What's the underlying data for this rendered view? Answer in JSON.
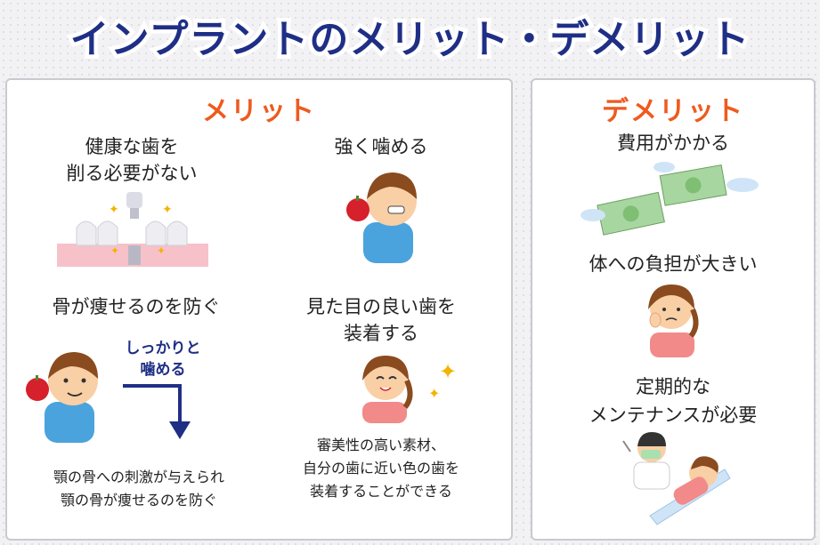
{
  "title": "インプラントのメリット・デメリット",
  "merit": {
    "heading": "メリット",
    "items": [
      {
        "line1": "健康な歯を",
        "line2": "削る必要がない"
      },
      {
        "line1": "強く噛める"
      },
      {
        "line1": "骨が痩せるのを防ぐ",
        "callout1": "しっかりと",
        "callout2": "噛める",
        "note1": "顎の骨への刺激が与えられ",
        "note2": "顎の骨が痩せるのを防ぐ"
      },
      {
        "line1": "見た目の良い歯を",
        "line2": "装着する",
        "note1": "審美性の高い素材、",
        "note2": "自分の歯に近い色の歯を",
        "note3": "装着することができる"
      }
    ]
  },
  "demerit": {
    "heading": "デメリット",
    "items": [
      {
        "line1": "費用がかかる"
      },
      {
        "line1": "体への負担が大きい"
      },
      {
        "line1": "定期的な",
        "line2": "メンテナンスが必要"
      }
    ]
  },
  "colors": {
    "title": "#1f2f86",
    "heading": "#ef5a1e",
    "skin": "#f9cfa6",
    "hair": "#8a4b1f",
    "shirt_blue": "#4aa3dd"
  }
}
